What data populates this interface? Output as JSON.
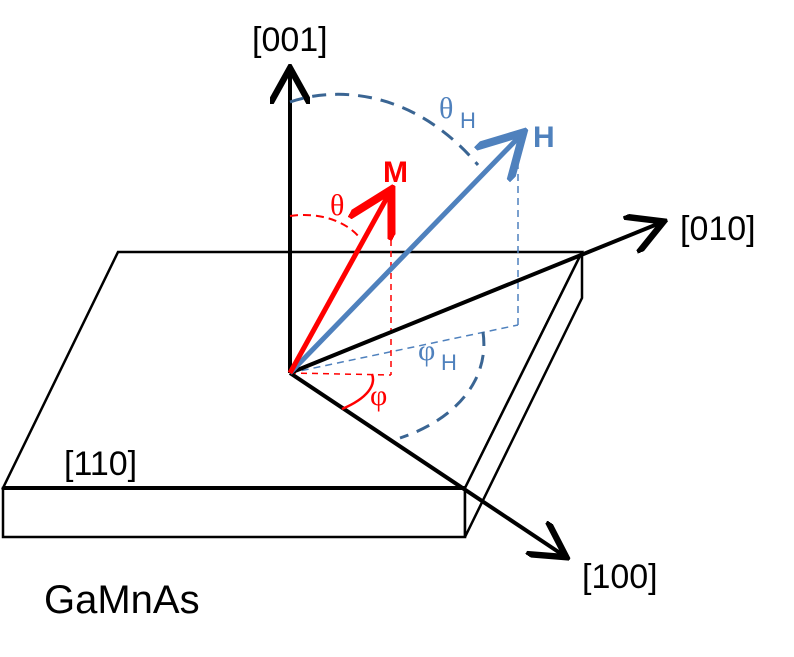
{
  "axes": {
    "z_label": "[001]",
    "y_label": "[010]",
    "x_label": "[100]",
    "diag_label": "[110]"
  },
  "material": "GaMnAs",
  "vectors": {
    "magnetization": {
      "label": "M",
      "color": "#ff0000"
    },
    "field": {
      "label": "H",
      "color": "#4f81bd"
    }
  },
  "angles": {
    "theta": "θ",
    "theta_h": "θ",
    "theta_h_sub": "H",
    "phi": "φ",
    "phi_h": "φ",
    "phi_h_sub": "H"
  },
  "colors": {
    "magnetization": "#ff0000",
    "field": "#4f81bd",
    "field_dashed": "#3a6593",
    "axes": "#000000"
  }
}
